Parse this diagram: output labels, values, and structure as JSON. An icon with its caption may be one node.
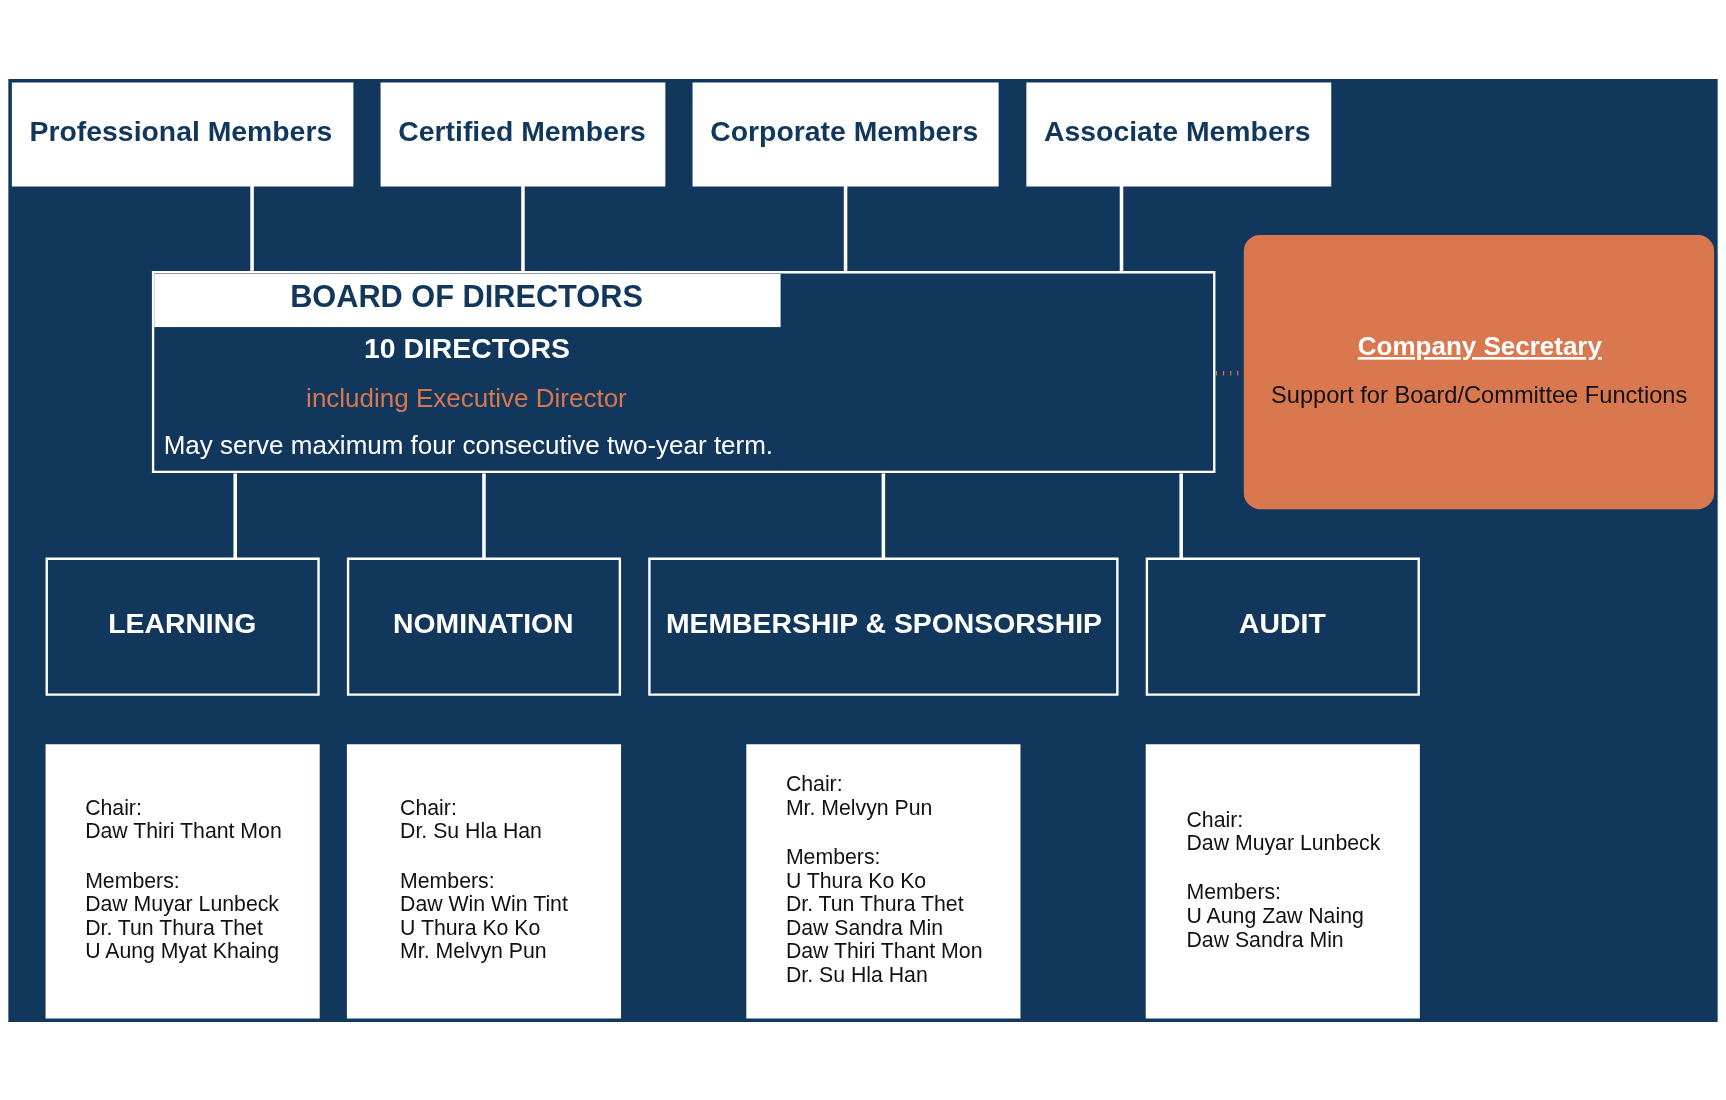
{
  "diagram": {
    "nodes": [
      {
        "text": [
          "Professional Members"
        ]
      },
      {
        "text": [
          "Certified Members"
        ]
      },
      {
        "text": [
          "Corporate Members"
        ]
      },
      {
        "text": [
          "Associate Members"
        ]
      },
      {
        "text": [
          "BOARD OF DIRECTORS",
          "10 DIRECTORS",
          "including Executive Director",
          "May serve maximum four consecutive two-year term."
        ]
      },
      {
        "text": [
          "Company Secretary",
          "Support for Board/Committee Functions"
        ]
      },
      {
        "text": [
          "LEARNING"
        ]
      },
      {
        "text": [
          "NOMINATION"
        ]
      },
      {
        "text": [
          "MEMBERSHIP & SPONSORSHIP"
        ]
      },
      {
        "text": [
          "AUDIT"
        ]
      },
      {
        "text": [
          "Chair:",
          "Daw Thiri Thant Mon",
          "Members:",
          "Daw Muyar Lunbeck",
          "Dr. Tun Thura Thet",
          "U Aung Myat Khaing"
        ]
      },
      {
        "text": [
          "Chair:",
          "Dr. Su Hla Han",
          "Members:",
          "Daw Win Win Tint",
          "U Thura Ko Ko",
          "Mr. Melvyn Pun"
        ]
      },
      {
        "text": [
          "Chair:",
          "Mr. Melvyn Pun",
          "Members:",
          "U Thura Ko Ko",
          "Dr. Tun Thura Thet",
          "Daw Sandra Min",
          "Daw Thiri Thant Mon",
          "Dr. Su Hla Han"
        ]
      },
      {
        "text": [
          "Chair:",
          "Daw Muyar Lunbeck",
          "Members:",
          "U Aung Zaw Naing",
          "Daw Sandra Min"
        ]
      }
    ],
    "edges": [
      {
        "from": 0,
        "to": 4,
        "arrow": "none"
      },
      {
        "from": 1,
        "to": 4,
        "arrow": "none"
      },
      {
        "from": 2,
        "to": 4,
        "arrow": "none"
      },
      {
        "from": 3,
        "to": 4,
        "arrow": "none"
      },
      {
        "from": 4,
        "to": 5,
        "arrow": "none",
        "style": "dashed",
        "color": "#d9774f"
      },
      {
        "from": 4,
        "to": 6,
        "arrow": "none"
      },
      {
        "from": 4,
        "to": 7,
        "arrow": "none"
      },
      {
        "from": 4,
        "to": 8,
        "arrow": "none"
      },
      {
        "from": 4,
        "to": 9,
        "arrow": "none"
      }
    ]
  }
}
